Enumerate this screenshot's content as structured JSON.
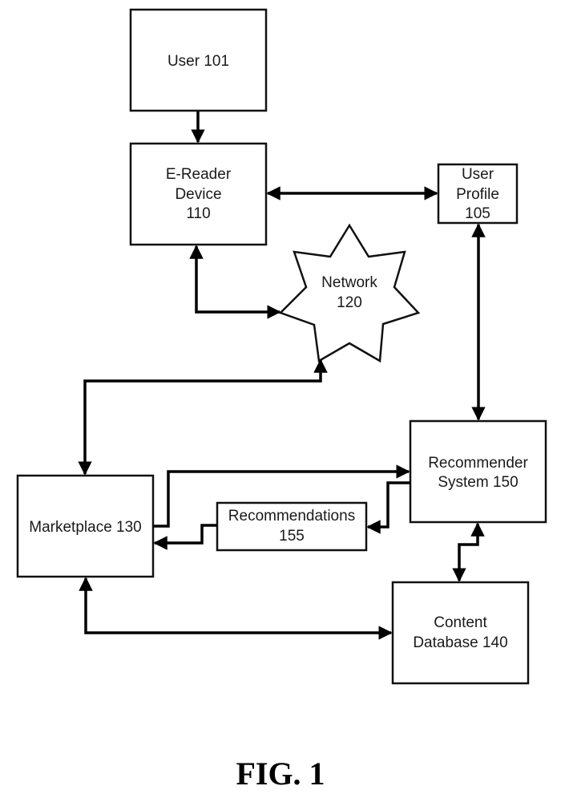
{
  "diagram": {
    "nodes": {
      "user": {
        "lines": [
          "User 101"
        ]
      },
      "ereader": {
        "lines": [
          "E-Reader",
          "Device",
          "110"
        ]
      },
      "profile": {
        "lines": [
          "User",
          "Profile",
          "105"
        ]
      },
      "network": {
        "lines": [
          "Network",
          "120"
        ]
      },
      "marketplace": {
        "lines": [
          "Marketplace 130"
        ]
      },
      "recommender": {
        "lines": [
          "Recommender",
          "System 150"
        ]
      },
      "recommendations": {
        "lines": [
          "Recommendations",
          "155"
        ]
      },
      "database": {
        "lines": [
          "Content",
          "Database 140"
        ]
      }
    },
    "edges": [
      {
        "from": "user",
        "to": "ereader",
        "direction": "one-way"
      },
      {
        "from": "ereader",
        "to": "profile",
        "direction": "two-way"
      },
      {
        "from": "ereader",
        "to": "network",
        "direction": "two-way"
      },
      {
        "from": "network",
        "to": "marketplace",
        "direction": "two-way"
      },
      {
        "from": "profile",
        "to": "recommender",
        "direction": "two-way"
      },
      {
        "from": "marketplace",
        "to": "recommender",
        "direction": "one-way"
      },
      {
        "from": "recommender",
        "to": "recommendations",
        "direction": "one-way"
      },
      {
        "from": "recommendations",
        "to": "marketplace",
        "direction": "one-way"
      },
      {
        "from": "recommender",
        "to": "database",
        "direction": "two-way"
      },
      {
        "from": "marketplace",
        "to": "database",
        "direction": "two-way"
      }
    ]
  },
  "caption": "FIG. 1"
}
